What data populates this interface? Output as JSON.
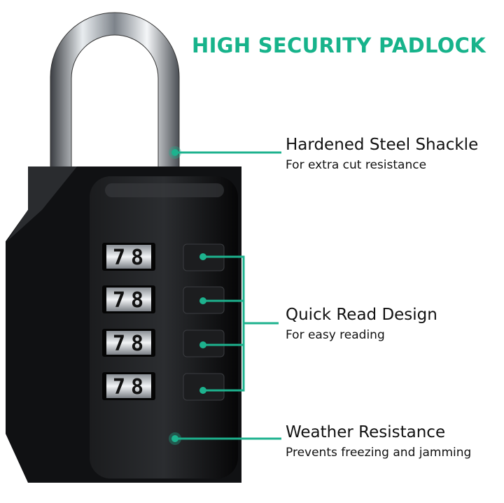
{
  "title": "HIGH SECURITY PADLOCK",
  "colors": {
    "accent": "#1db28e",
    "title": "#17b38b",
    "body": "#0e0f10"
  },
  "product": {
    "type": "4-digit combination padlock",
    "dial_digits": [
      "7",
      "8"
    ],
    "wheel_count": 4,
    "icon": "padlock-icon"
  },
  "features": [
    {
      "heading": "Hardened Steel Shackle",
      "sub": "For extra cut resistance"
    },
    {
      "heading": "Quick Read Design",
      "sub": "For easy reading"
    },
    {
      "heading": "Weather Resistance",
      "sub": "Prevents freezing and jamming"
    }
  ]
}
